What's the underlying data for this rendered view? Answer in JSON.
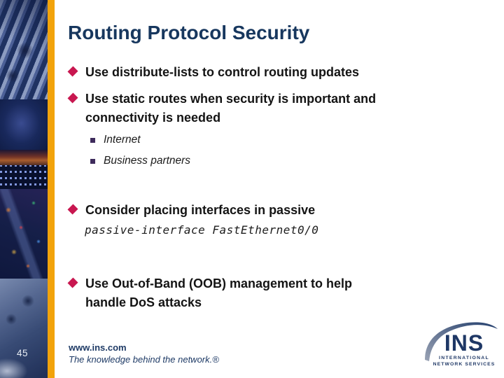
{
  "page_number": "45",
  "title": "Routing Protocol Security",
  "bullets": [
    {
      "text": "Use distribute-lists to control routing updates"
    },
    {
      "text": "Use static routes when security is important and\nconnectivity is needed",
      "subs": [
        "Internet",
        "Business partners"
      ]
    },
    {
      "text": "Consider placing interfaces in passive",
      "code": "passive-interface FastEthernet0/0"
    },
    {
      "text": "Use Out-of-Band (OOB) management to help\nhandle DoS attacks"
    }
  ],
  "footer": {
    "url": "www.ins.com",
    "tagline": "The knowledge behind the network.®"
  },
  "logo": {
    "acronym": "INS",
    "line1": "INTERNATIONAL",
    "line2": "NETWORK SERVICES"
  },
  "colors": {
    "title_navy": "#17375E",
    "bullet_crimson": "#C81750",
    "sub_square_purple": "#3E2B5C",
    "accent_gold": "#F2A30B",
    "footer_navy": "#1F3B66"
  }
}
